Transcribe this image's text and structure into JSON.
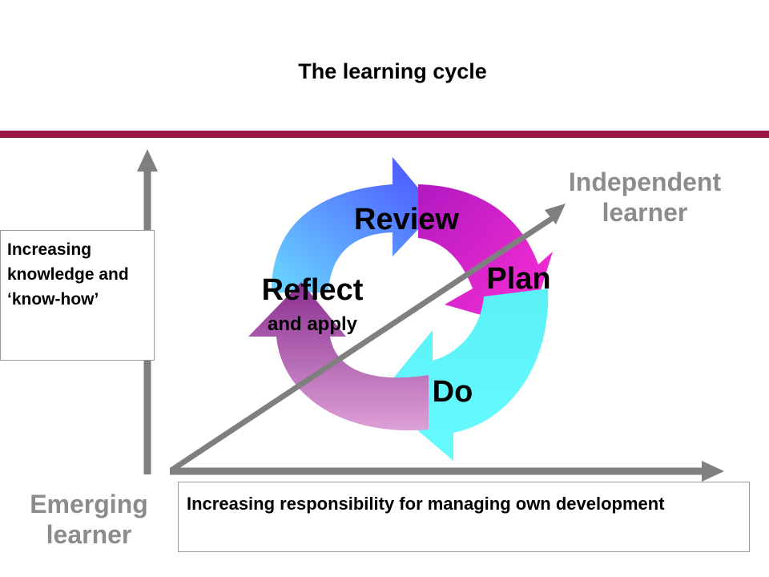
{
  "title": "The learning cycle",
  "colors": {
    "rule": "#9a1445",
    "axis": "#7f7f7f",
    "grey_text": "#8c8c8c",
    "review_arrow": "#4f5bff",
    "plan_arrow": "#cc16c8",
    "do_arrow": "#5cf2f7",
    "reflect_arrow": "#9a3f9a"
  },
  "y_axis": {
    "label": "Increasing knowledge and ‘know-how’"
  },
  "x_axis": {
    "label": "Increasing responsibility for managing own development"
  },
  "start_label": "Emerging learner",
  "end_label": "Independent learner",
  "cycle": {
    "stages": [
      {
        "name": "Review"
      },
      {
        "name": "Plan"
      },
      {
        "name": "Do"
      },
      {
        "name": "Reflect",
        "subtitle": "and apply"
      }
    ]
  }
}
